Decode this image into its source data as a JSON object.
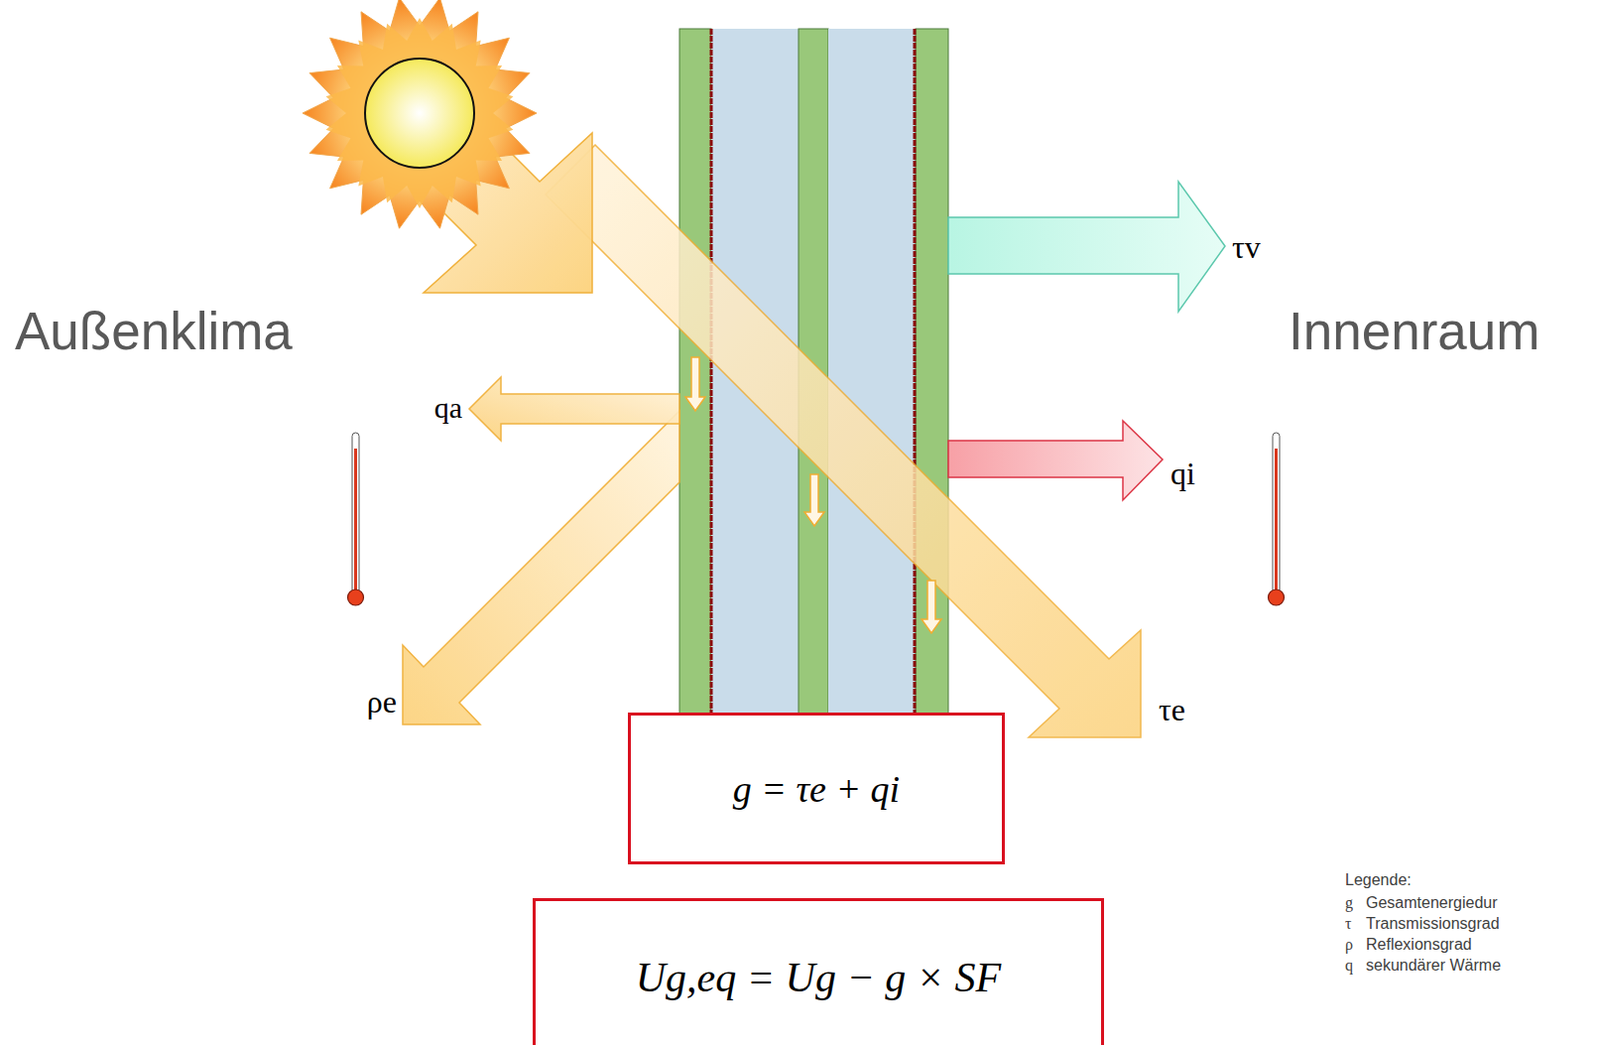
{
  "diagram": {
    "nodes": [
      {
        "text": [
          "g = τe + qi"
        ]
      },
      {
        "text": [
          "Ug,eq = Ug − g × SF"
        ]
      }
    ],
    "labels": [
      "Außenklima",
      "Innenraum",
      "τv",
      "qa",
      "qi",
      "ρe",
      "τe",
      "Legende:",
      "g",
      "τ",
      "ρ",
      "q"
    ],
    "legend": [
      {
        "text": "Gesamtenergiedur"
      },
      {
        "text": "Transmissionsgrad"
      },
      {
        "text": "Reflexionsgrad"
      },
      {
        "text": "sekundärer Wärme"
      }
    ]
  }
}
